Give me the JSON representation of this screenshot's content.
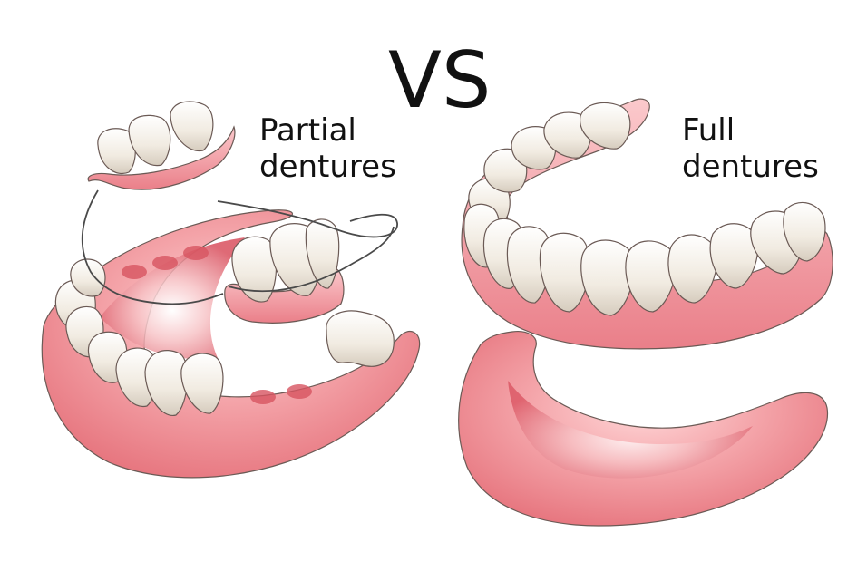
{
  "labels": {
    "vs": "VS",
    "partial_line1": "Partial",
    "partial_line2": "dentures",
    "full_line1": "Full",
    "full_line2": "dentures"
  },
  "colors": {
    "gum_light": "#f5b3b6",
    "gum_mid": "#ef8f95",
    "gum_dark": "#e0636e",
    "gum_shadow": "#c94452",
    "tooth_light": "#ffffff",
    "tooth_mid": "#f2ede4",
    "tooth_shadow": "#d8cfc2",
    "outline": "#6b5a55",
    "wire": "#4a4a4a",
    "text": "#111111"
  },
  "icons": {
    "partial": "partial-denture-illustration",
    "full": "full-denture-illustration"
  }
}
